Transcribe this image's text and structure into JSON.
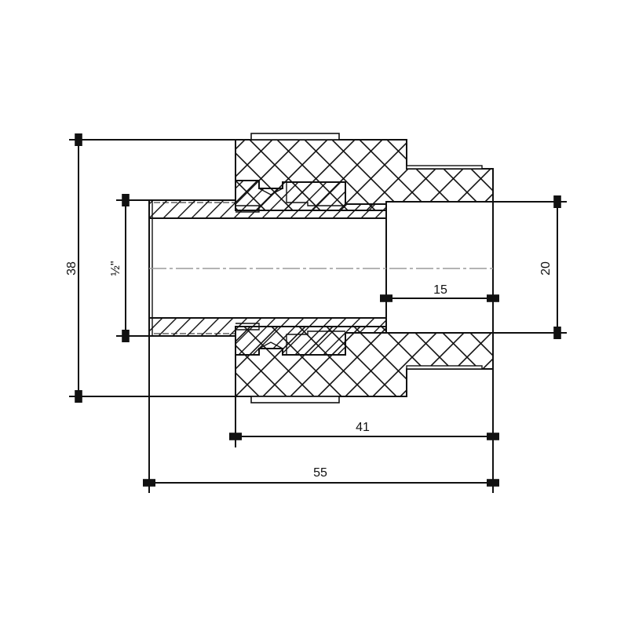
{
  "drawing": {
    "subject": "pipe fitting cross-section with male thread",
    "line_color": "#111111",
    "centerline_color": "#9a9a9a",
    "background": "#ffffff"
  },
  "dimensions": {
    "outer_diameter": {
      "label": "38",
      "orientation": "vertical"
    },
    "thread_size": {
      "label": "½\"",
      "orientation": "vertical"
    },
    "socket_diameter": {
      "label": "20",
      "orientation": "vertical"
    },
    "socket_depth": {
      "label": "15",
      "orientation": "horizontal"
    },
    "body_length": {
      "label": "41",
      "orientation": "horizontal"
    },
    "total_length": {
      "label": "55",
      "orientation": "horizontal"
    }
  }
}
